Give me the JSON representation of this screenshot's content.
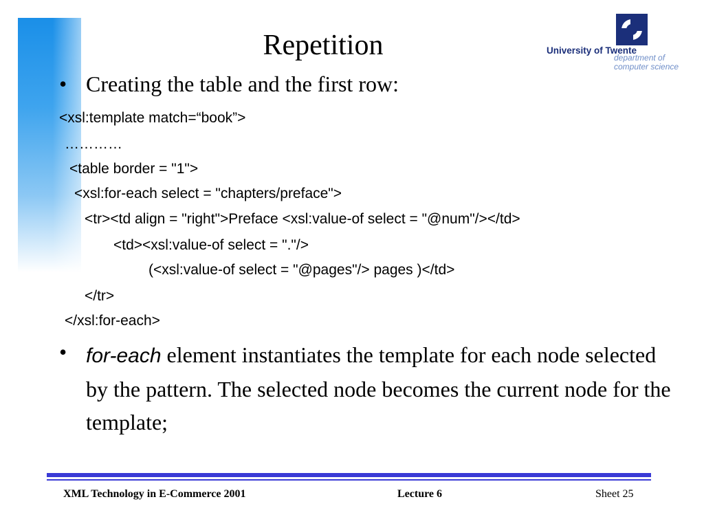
{
  "slide": {
    "title": "Repetition",
    "bullet_symbol": "•",
    "bullet1": "Creating the table and the first row:",
    "code_lines": [
      "<xsl:template match=“book”>",
      "…………",
      "<table border = \"1\">",
      "<xsl:for-each select = \"chapters/preface\">",
      "<tr><td align = \"right\">Preface <xsl:value-of select = \"@num\"/></td>",
      "<td><xsl:value-of select = \".\"/>",
      "(<xsl:value-of select = \"@pages\"/> pages )</td>",
      "</tr>",
      "</xsl:for-each>"
    ],
    "bullet2_emphasis": "for-each",
    "bullet2_rest": " element instantiates the template for each node selected by the pattern. The selected node becomes the current node for the template;"
  },
  "logo": {
    "university": "University of Twente",
    "dept_line1": "department of",
    "dept_line2": "computer science",
    "icon": "twente-logo-icon",
    "color": "#1b2f7a"
  },
  "footer": {
    "left": "XML Technology in E-Commerce 2001",
    "center": "Lecture 6",
    "right": "Sheet 25"
  },
  "colors": {
    "accent_bar": "#1a8fe8",
    "rule": "#3a3ad6"
  }
}
